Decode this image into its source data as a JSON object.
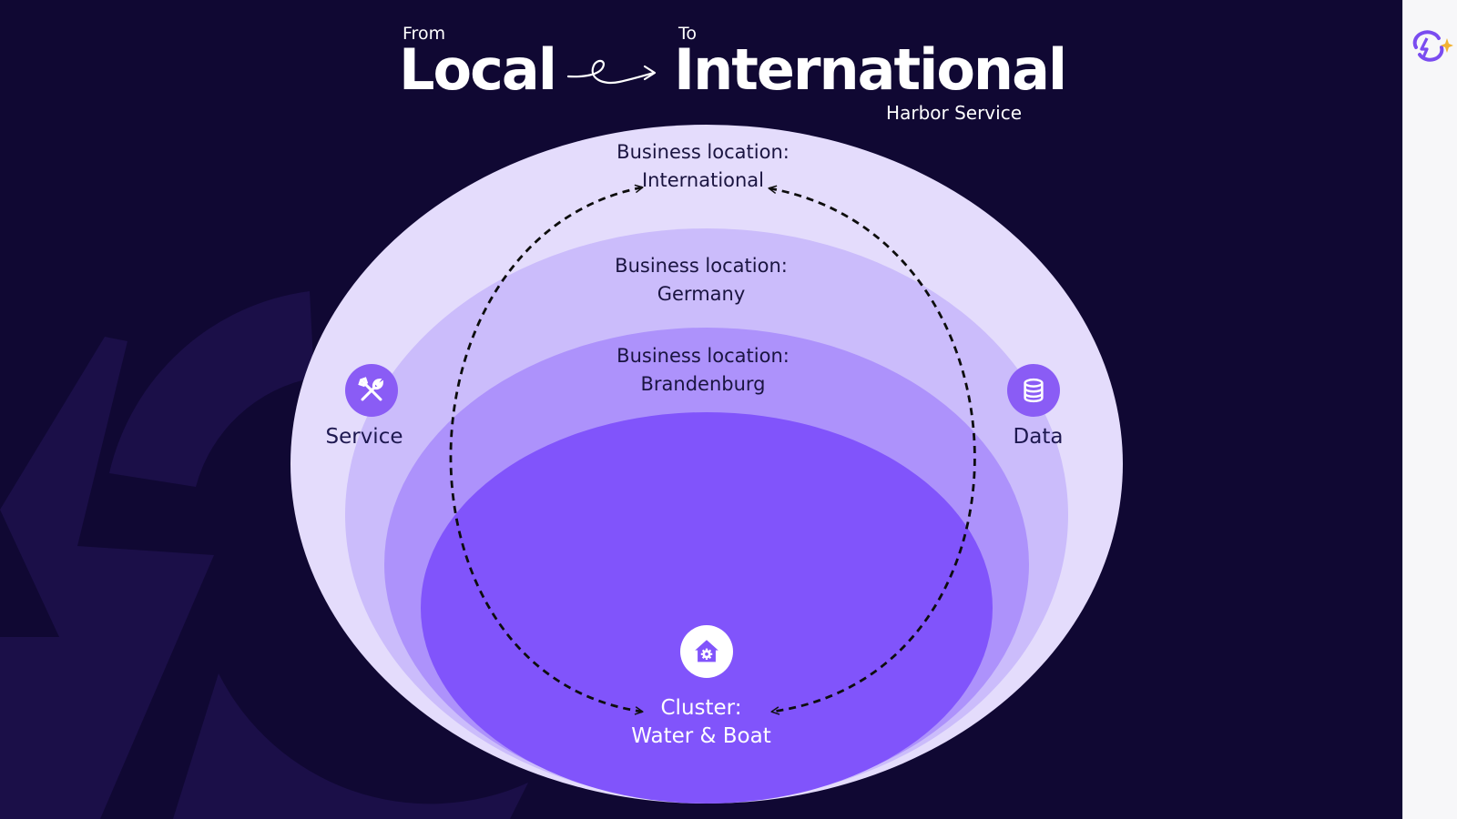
{
  "title": {
    "from_label": "From",
    "to_label": "To",
    "from_word": "Local",
    "to_word": "International",
    "subtitle": "Harbor Service"
  },
  "rings": [
    {
      "line1": "Business location:",
      "line2": "International",
      "color": "#e4dcfc"
    },
    {
      "line1": "Business location:",
      "line2": "Germany",
      "color": "#cbbcfb"
    },
    {
      "line1": "Business location:",
      "line2": "Brandenburg",
      "color": "#ad92fb"
    },
    {
      "color": "#8154fb"
    }
  ],
  "nodes": {
    "service": {
      "label": "Service",
      "icon": "tools-icon"
    },
    "data": {
      "label": "Data",
      "icon": "database-icon"
    },
    "cluster": {
      "line1": "Cluster:",
      "line2": "Water & Boat",
      "icon": "home-gear-icon"
    }
  },
  "colors": {
    "background": "#100833",
    "accent": "#8a5cf5",
    "text_dark": "#1a1440",
    "text_light": "#ffffff",
    "logo_star": "#f2b233"
  },
  "side_panel": {
    "logo_icon": "brand-logo-icon"
  }
}
